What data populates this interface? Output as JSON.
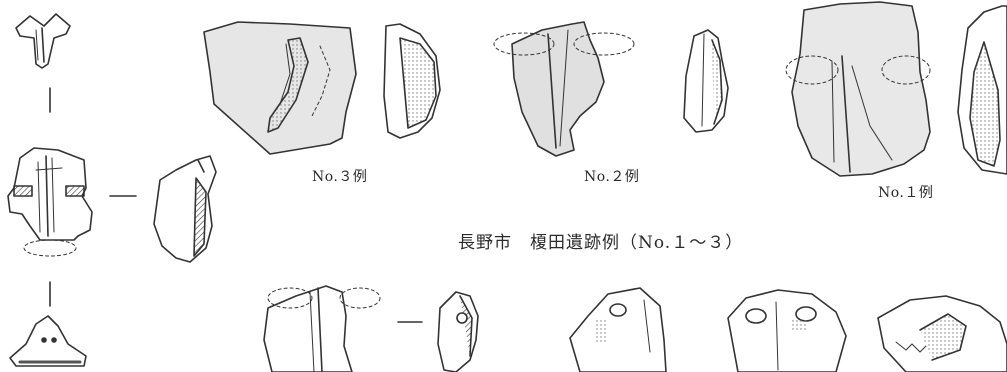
{
  "captions": {
    "ex3": "No.３例",
    "ex2": "No.２例",
    "ex1": "No.１例",
    "site": "長野市　榎田遺跡例（No.１～３）"
  }
}
